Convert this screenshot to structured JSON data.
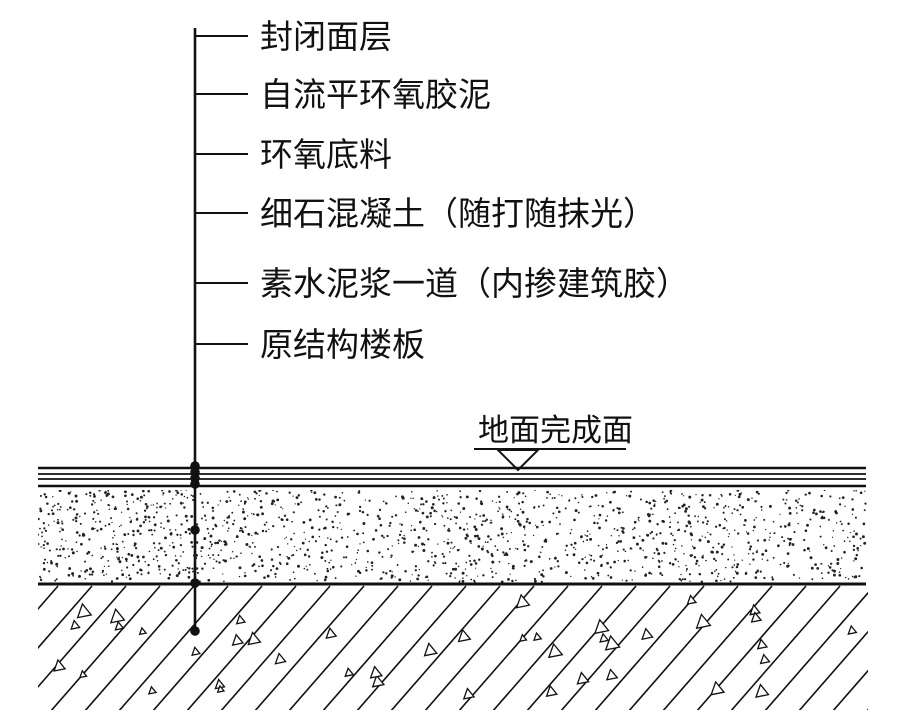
{
  "diagram": {
    "layers": [
      {
        "label": "封闭面层"
      },
      {
        "label": "自流平环氧胶泥"
      },
      {
        "label": "环氧底料"
      },
      {
        "label": "细石混凝土（随打随抹光）"
      },
      {
        "label": "素水泥浆一道（内掺建筑胶）"
      },
      {
        "label": "原结构楼板"
      }
    ],
    "finish_level_label": "地面完成面"
  },
  "colors": {
    "line": "#111111",
    "background": "#ffffff"
  }
}
